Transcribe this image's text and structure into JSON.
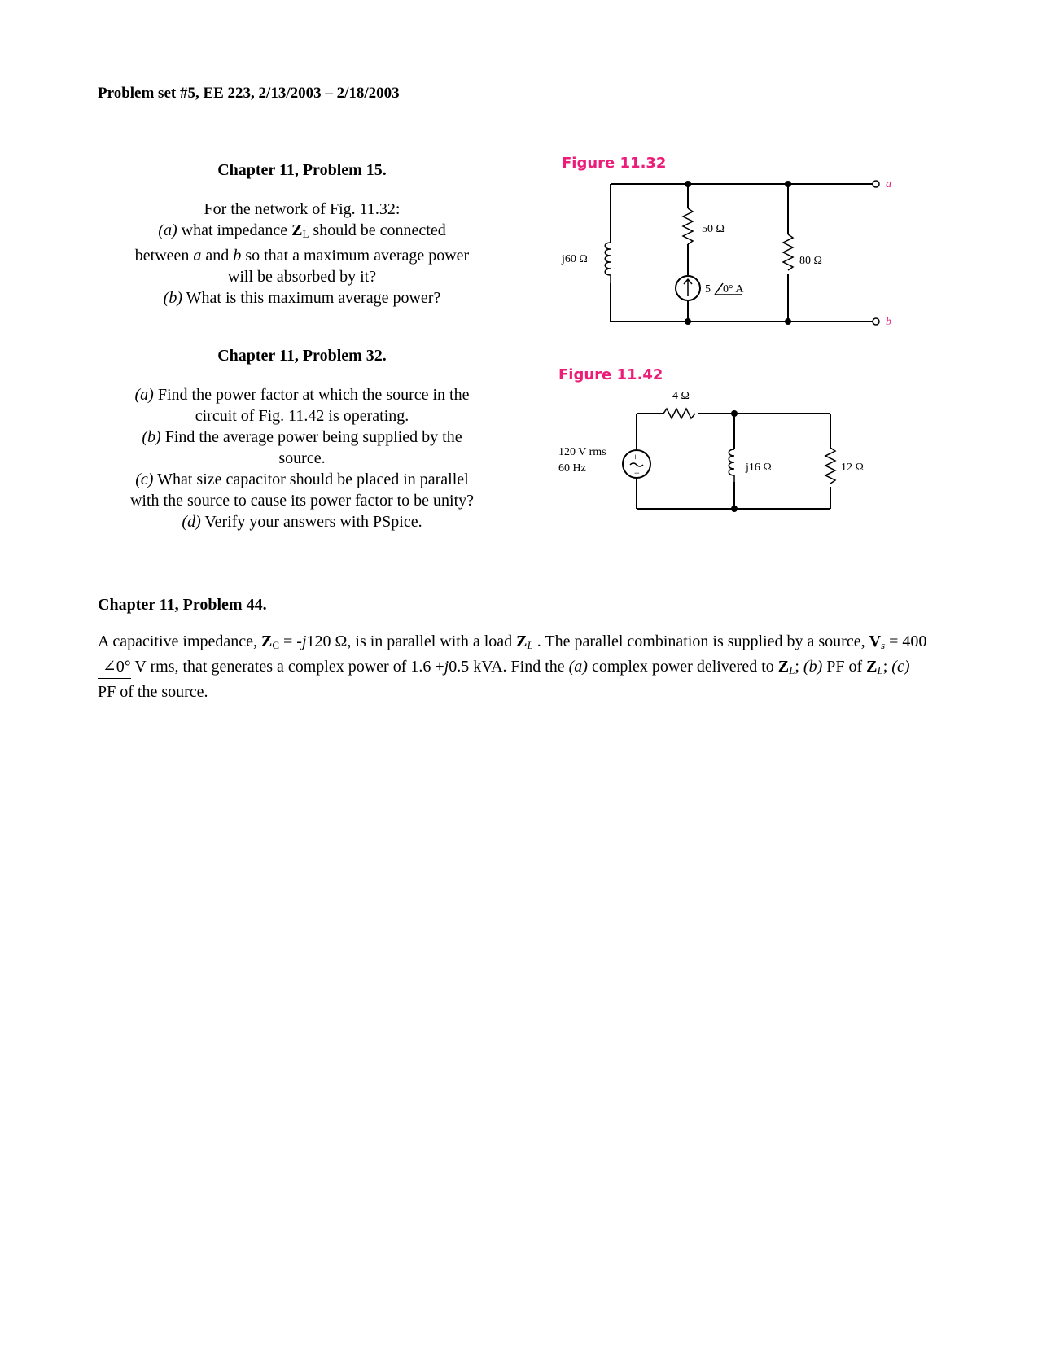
{
  "header": "Problem set #5, EE 223, 2/13/2003 – 2/18/2003",
  "p15": {
    "title": "Chapter 11, Problem 15.",
    "line1": "For the network of Fig. 11.32:",
    "a_label": "(a)",
    "a_text1": "what impedance",
    "a_Z": "Z",
    "a_Zsub": "L",
    "a_text2": "should be connected",
    "a_text3": "between",
    "a_a": "a",
    "a_and": "and",
    "a_b": "b",
    "a_text4": "so that a maximum average power",
    "a_text5": "will be absorbed by it?",
    "b_label": "(b)",
    "b_text": "What is this maximum average power?"
  },
  "fig1132": {
    "title": "Figure 11.32",
    "inductor": "j60 Ω",
    "r1": "50 Ω",
    "source_mag": "5",
    "source_ang": "0° A",
    "r2": "80 Ω",
    "term_a": "a",
    "term_b": "b"
  },
  "p32": {
    "title": "Chapter 11, Problem 32.",
    "a_label": "(a)",
    "a_text1": "Find the power factor at which the source in the",
    "a_text2": "circuit of Fig. 11.42 is operating.",
    "b_label": "(b)",
    "b_text1": "Find the average power being supplied by the",
    "b_text2": "source.",
    "c_label": "(c)",
    "c_text1": "What size capacitor should be placed in parallel",
    "c_text2": "with the source to cause its power factor to be unity?",
    "d_label": "(d)",
    "d_text": "Verify your answers with PSpice."
  },
  "fig1142": {
    "title": "Figure 11.42",
    "r_series": "4 Ω",
    "source1": "120 V rms",
    "source2": "60 Hz",
    "inductor": "j16 Ω",
    "r_load": "12 Ω"
  },
  "p44": {
    "title": "Chapter 11, Problem 44.",
    "t1": "A capacitive impedance,",
    "Zc": "Z",
    "Zc_sub": "C",
    "t2": "= -",
    "j": "j",
    "t3": "120 Ω, is in parallel with a load",
    "ZL": "Z",
    "ZL_sub": "L",
    "t4": ". The parallel combination is supplied by a source,",
    "V": "V",
    "V_sub": "s",
    "t5": "=",
    "mag": "400",
    "ang": "0°",
    "t6": "V rms, that generates a complex power of 1.6 +",
    "j2": "j",
    "t7": "0.5 kVA. Find the",
    "a": "(a)",
    "t8": "complex power delivered to",
    "ZL2": "Z",
    "ZL2_sub": "L",
    "t9": ";",
    "b": "(b)",
    "t10": "PF of",
    "ZL3": "Z",
    "ZL3_sub": "L",
    "t11": ";",
    "c": "(c)",
    "t12": "PF of the source."
  }
}
